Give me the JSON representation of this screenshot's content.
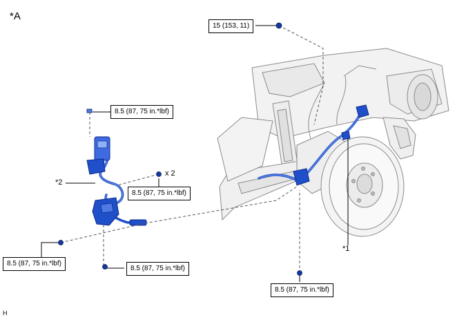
{
  "view_label": "*A",
  "corner_code": "H",
  "parts": [
    {
      "id": "sensor",
      "label": "*1"
    },
    {
      "id": "harness",
      "label": "*2"
    }
  ],
  "torques": {
    "top": "15 (153, 11)",
    "upper_left": "8.5 (87, 75 in.*lbf)",
    "mid": "8.5 (87, 75 in.*lbf)",
    "left": "8.5 (87, 75 in.*lbf)",
    "lower_mid": "8.5 (87, 75 in.*lbf)",
    "bottom": "8.5 (87, 75 in.*lbf)"
  },
  "multiplier": "x 2",
  "colors": {
    "part": "#1f4fc9",
    "part_dark": "#0c2a8a",
    "bolt": "#15389e",
    "line": "#555555",
    "body_line": "#888888"
  }
}
